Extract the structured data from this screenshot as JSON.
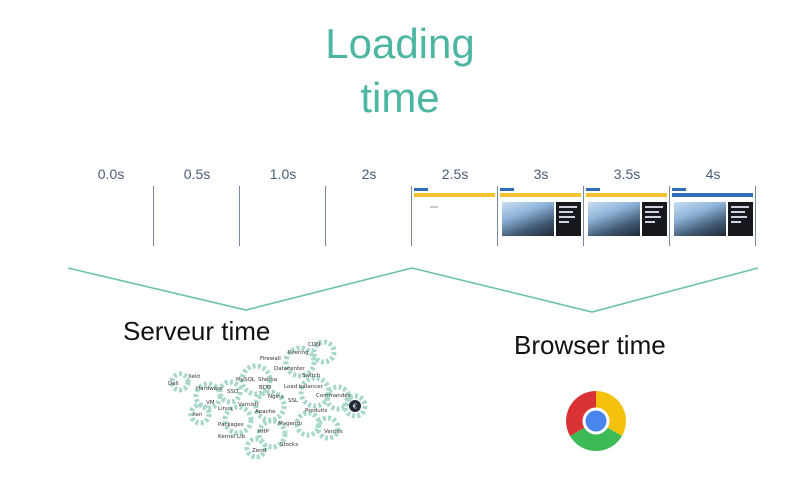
{
  "title": {
    "line1": "Loading",
    "line2": "time"
  },
  "timeline": {
    "frames": [
      {
        "label": "0.0s",
        "state": "blank"
      },
      {
        "label": "0.5s",
        "state": "blank"
      },
      {
        "label": "1.0s",
        "state": "blank"
      },
      {
        "label": "2s",
        "state": "blank"
      },
      {
        "label": "2.5s",
        "state": "partial"
      },
      {
        "label": "3s",
        "state": "loaded"
      },
      {
        "label": "3.5s",
        "state": "loaded"
      },
      {
        "label": "4s",
        "state": "loaded"
      }
    ]
  },
  "sections": {
    "server": {
      "label": "Serveur time"
    },
    "browser": {
      "label": "Browser time"
    }
  },
  "gear_words": [
    "CDN",
    "Peering",
    "Firewall",
    "Datacenter",
    "MySQL",
    "Shema",
    "BDD",
    "Switch",
    "Load balancer",
    "Xeld",
    "Dell",
    "Hardware",
    "SSD",
    "Nginx",
    "Varnish",
    "VM",
    "Linux",
    "SSL",
    "Commandes",
    "Xen",
    "Apache",
    "Produits",
    "Packages",
    "Magento",
    "Ventes",
    "PHP",
    "Kernel Lib",
    "Stocks",
    "Zend",
    "€"
  ],
  "colors": {
    "accent": "#4db6a3",
    "gear": "#a8d8cc",
    "brace": "#6cc2a8",
    "label": "#4a5c78"
  }
}
